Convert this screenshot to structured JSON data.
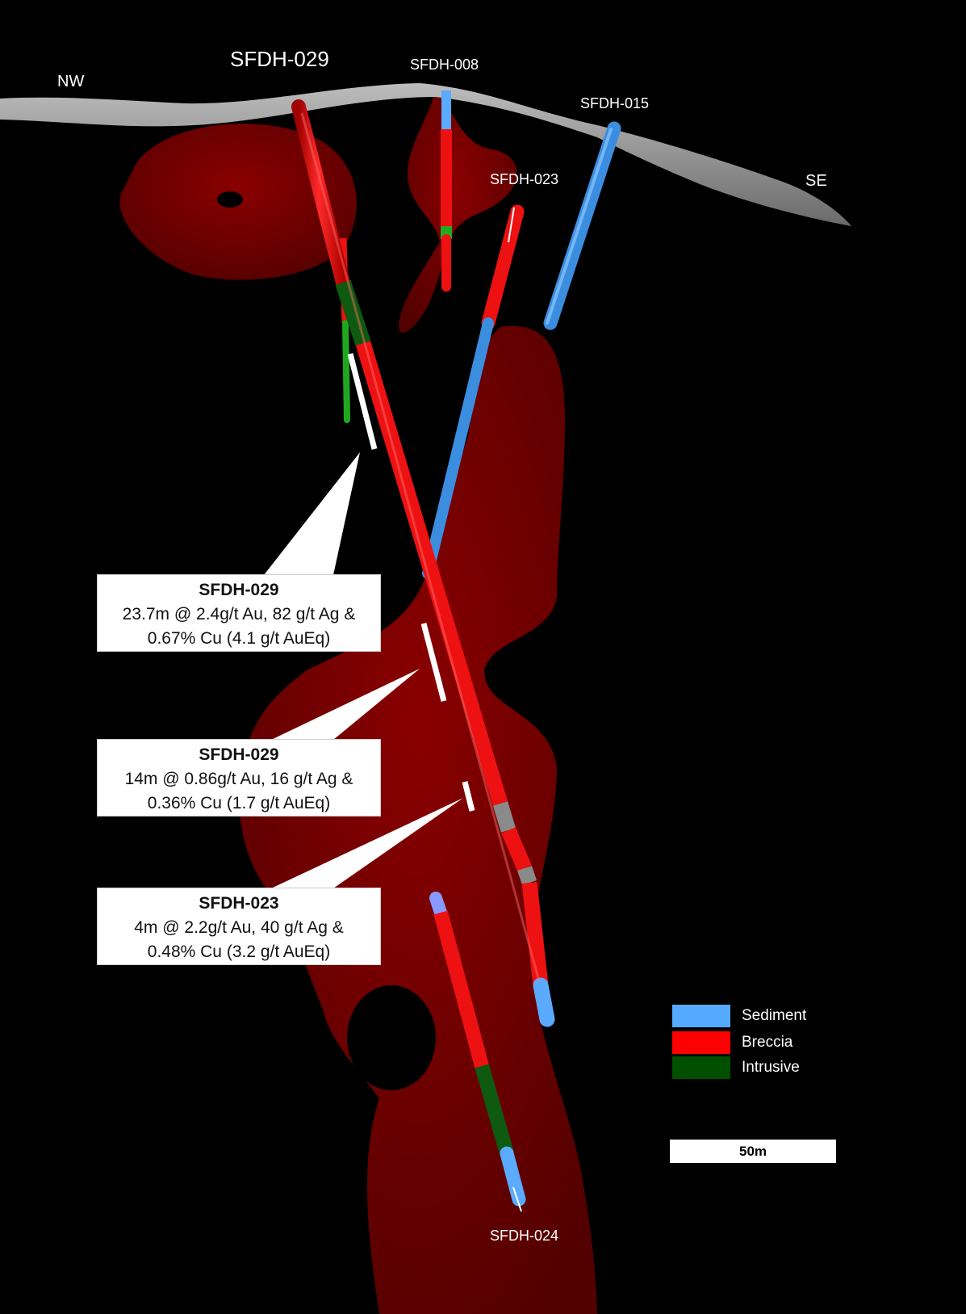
{
  "labels": {
    "nw": "NW",
    "se": "SE",
    "main_hole": "SFDH-029",
    "sfdh008": "SFDH-008",
    "sfdh015": "SFDH-015",
    "sfdh023": "SFDH-023",
    "sfdh024": "SFDH-024"
  },
  "callouts": [
    {
      "title": "SFDH-029",
      "line1": "23.7m @ 2.4g/t Au, 82 g/t Ag &",
      "line2": "0.67% Cu (4.1 g/t AuEq)"
    },
    {
      "title": "SFDH-029",
      "line1": "14m @ 0.86g/t Au, 16 g/t Ag &",
      "line2": "0.36% Cu (1.7 g/t AuEq)"
    },
    {
      "title": "SFDH-023",
      "line1": "4m @ 2.2g/t Au, 40 g/t Ag &",
      "line2": "0.48% Cu (3.2 g/t AuEq)"
    }
  ],
  "legend": [
    {
      "label": "Sediment",
      "color": "#55aaff"
    },
    {
      "label": "Breccia",
      "color": "#ff0000"
    },
    {
      "label": "Intrusive",
      "color": "#005000"
    }
  ],
  "scale_bar": "50m",
  "colors": {
    "background": "#000000",
    "breccia_body": "#6e0000",
    "breccia_hole": "#ff1a1a",
    "sediment_hole": "#4d9fe8",
    "intrusive_hole": "#0e6a12",
    "surface": "#8a8a8a"
  }
}
